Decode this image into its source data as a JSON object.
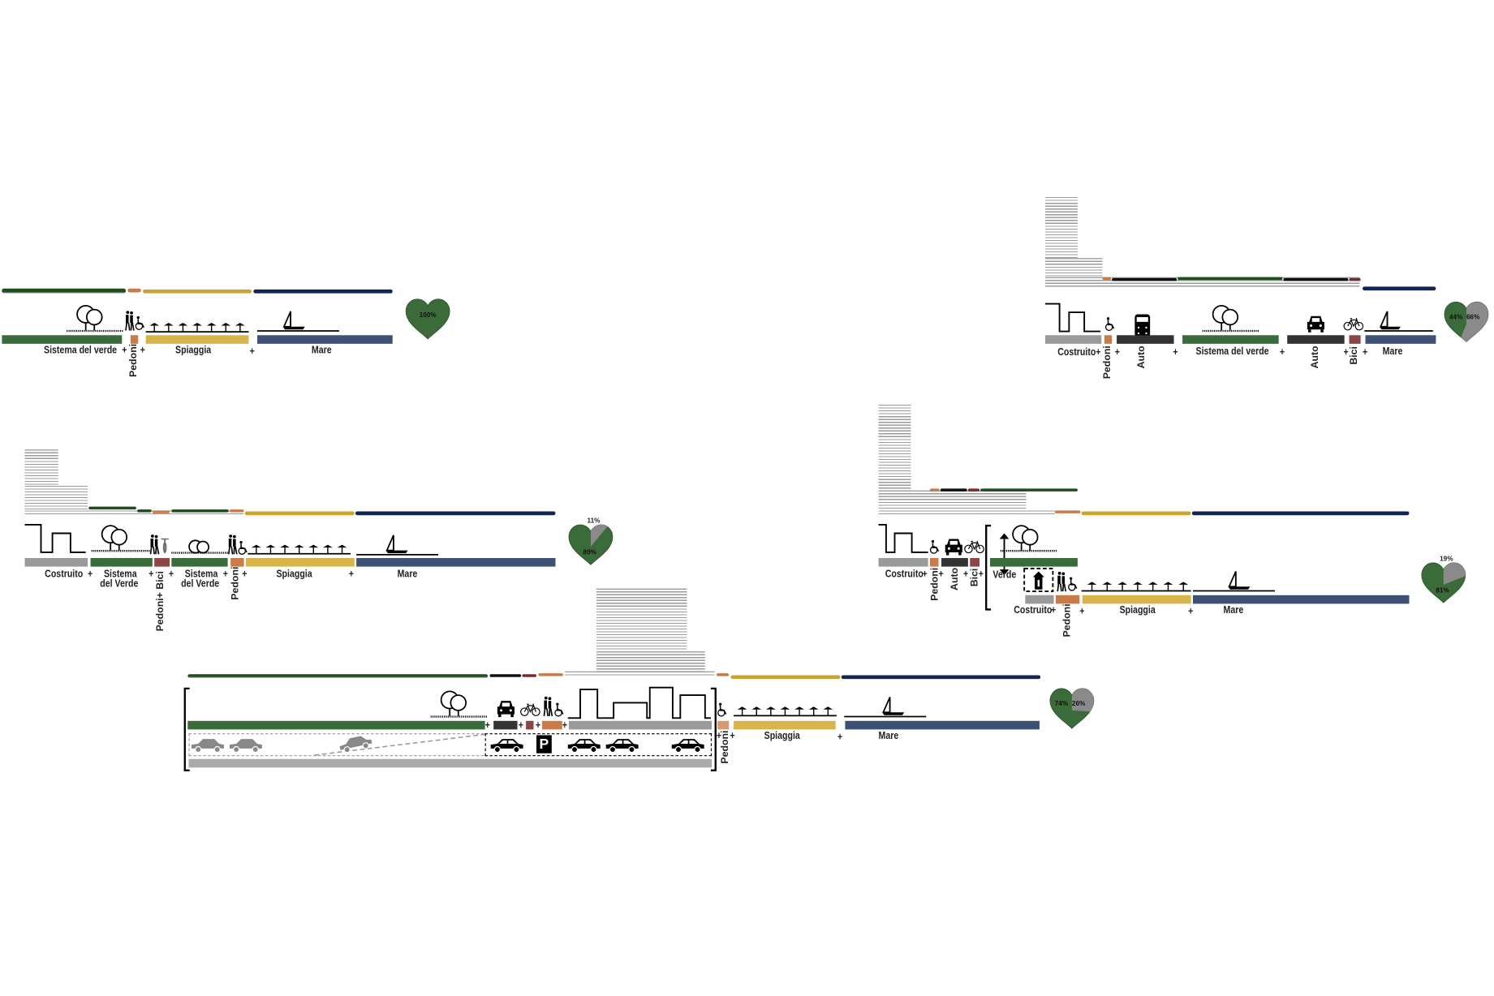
{
  "colors": {
    "verde": "#3a6b3a",
    "verde_dark": "#1f4d1f",
    "pedoni": "#c97c4a",
    "spiaggia": "#d8b44c",
    "spiaggia_dark": "#c9a633",
    "mare": "#3c5173",
    "mare_dark": "#112650",
    "costruito": "#9a9a9a",
    "auto": "#333333",
    "bici": "#8c4545",
    "heart_green": "#3b6b38",
    "heart_grey": "#8a8a8a"
  },
  "panels": [
    {
      "id": "panel-1",
      "labels": {
        "verde": "Sistema del verde",
        "pedoni": "Pedoni",
        "spiaggia": "Spiaggia",
        "mare": "Mare",
        "plus": "+"
      },
      "heart": {
        "green_pct": "100%"
      }
    },
    {
      "id": "panel-2",
      "labels": {
        "costruito": "Costruito",
        "pedoni": "Pedoni",
        "auto1": "Auto",
        "verde": "Sistema del verde",
        "auto2": "Auto",
        "bici": "Bici",
        "mare": "Mare",
        "plus": "+"
      },
      "heart": {
        "green_pct": "44%",
        "grey_pct": "66%"
      }
    },
    {
      "id": "panel-3",
      "labels": {
        "costruito": "Costruito",
        "verde1_a": "Sistema",
        "verde1_b": "del Verde",
        "pedoni_bici": "Pedoni+ Bici",
        "verde2_a": "Sistema",
        "verde2_b": "del Verde",
        "pedoni": "Pedoni",
        "spiaggia": "Spiaggia",
        "mare": "Mare",
        "plus": "+"
      },
      "heart": {
        "green_pct": "89%",
        "grey_pct": "11%"
      }
    },
    {
      "id": "panel-4",
      "labels": {
        "costruito": "Costruito",
        "pedoni": "Pedoni",
        "auto": "Auto",
        "bici": "Bici",
        "verde": "Verde",
        "costruito2": "Costruito",
        "pedoni2": "Pedoni",
        "spiaggia": "Spiaggia",
        "mare": "Mare",
        "plus": "+"
      },
      "heart": {
        "green_pct": "81%",
        "grey_pct": "19%"
      }
    },
    {
      "id": "panel-5",
      "labels": {
        "pedoni": "Pedoni",
        "spiaggia": "Spiaggia",
        "mare": "Mare",
        "parking": "P",
        "plus": "+"
      },
      "heart": {
        "green_pct": "74%",
        "grey_pct": "26%"
      }
    }
  ]
}
